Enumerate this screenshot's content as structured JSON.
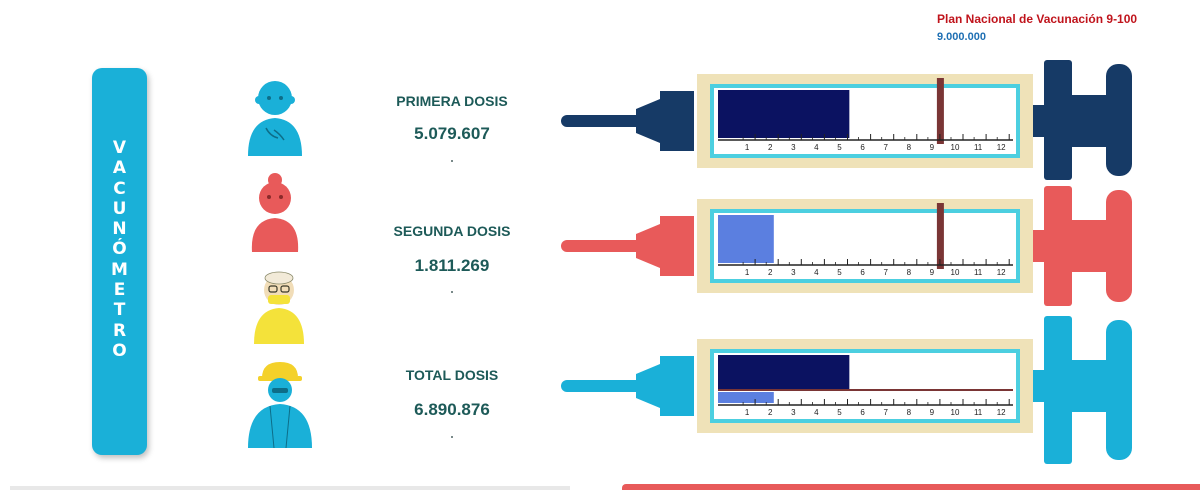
{
  "header": {
    "plan_title": "Plan Nacional de Vacunación  9-100",
    "plan_goal": "9.000.000"
  },
  "banner": {
    "letters": [
      "V",
      "A",
      "C",
      "U",
      "N",
      "Ó",
      "M",
      "E",
      "T",
      "R",
      "O"
    ]
  },
  "doses": [
    {
      "label": "PRIMERA DOSIS",
      "value": "5.079.607"
    },
    {
      "label": "SEGUNDA DOSIS",
      "value": "1.811.269"
    },
    {
      "label": "TOTAL DOSIS",
      "value": "6.890.876"
    }
  ],
  "scale": {
    "ticks": [
      "1",
      "2",
      "3",
      "4",
      "5",
      "6",
      "7",
      "8",
      "9",
      "10",
      "11",
      "12"
    ]
  },
  "colors": {
    "navy": "#0b1261",
    "blue_light": "#5b7fe0",
    "marker": "#7a3535",
    "syringe1": "#163a66",
    "syringe2": "#e85a5a",
    "syringe3": "#1ab0d8",
    "barrel": "#efe2b8",
    "barrel_border": "#4ccfe0"
  },
  "chart_data": {
    "type": "bar",
    "x_unit": "millions",
    "xlim": [
      0,
      12
    ],
    "target": 9,
    "series": [
      {
        "name": "PRIMERA DOSIS",
        "values": [
          5.08
        ]
      },
      {
        "name": "SEGUNDA DOSIS",
        "values": [
          1.81
        ]
      }
    ]
  }
}
